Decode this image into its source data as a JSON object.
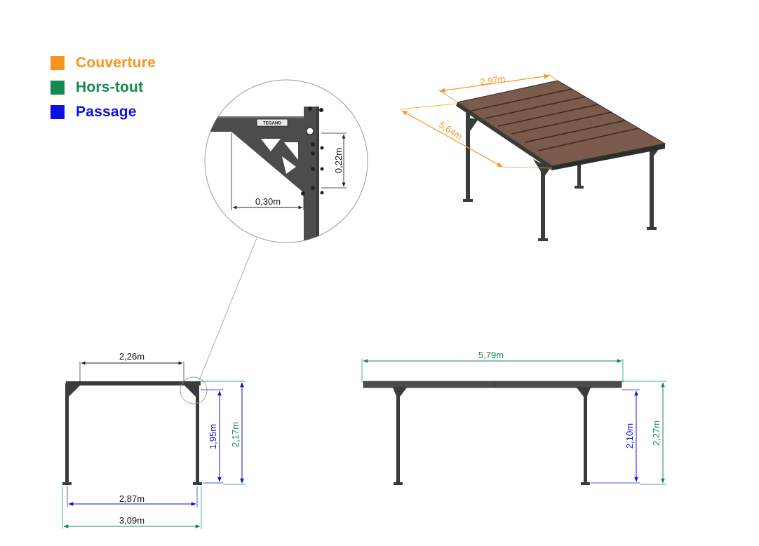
{
  "legend": [
    {
      "label": "Couverture",
      "color": "#f7941d"
    },
    {
      "label": "Hors-tout",
      "color": "#138a4f"
    },
    {
      "label": "Passage",
      "color": "#1010e0"
    }
  ],
  "colors": {
    "frame": "#4a4d4c",
    "frame_dark": "#2c2e2d",
    "roof": "#7a5a4a",
    "roof_light": "#8d6a58",
    "covering": "#f7941d",
    "overall": "#138a4f",
    "passage": "#1010e0",
    "leader": "#888888"
  },
  "perspective_view": {
    "width_label": "2,97m",
    "length_label": "5,64m"
  },
  "detail_view": {
    "brand_label": "TEGANO",
    "bracket_height_label": "0,22m",
    "bracket_width_label": "0,30m"
  },
  "front_view": {
    "inner_top_label": "2,26m",
    "passage_height_label": "1,95m",
    "overall_height_label": "2,17m",
    "passage_width_label": "2,87m",
    "overall_width_label": "3,09m"
  },
  "side_view": {
    "overall_length_label": "5,79m",
    "passage_height_label": "2,10m",
    "overall_height_label": "2,27m"
  }
}
